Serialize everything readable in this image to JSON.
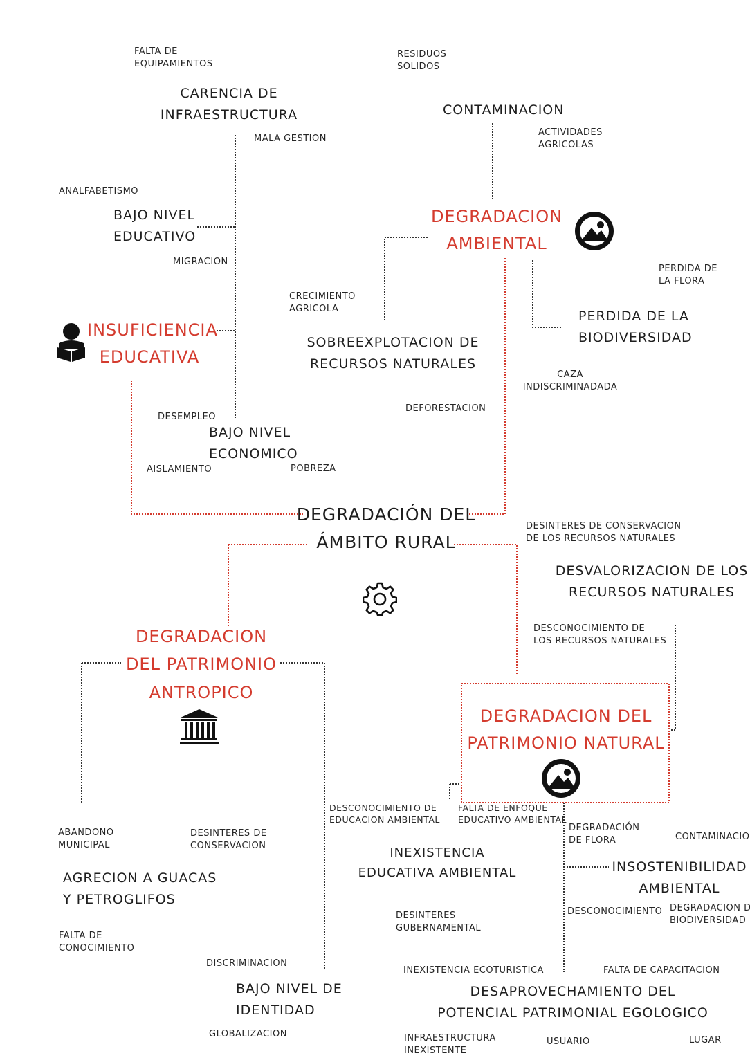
{
  "center": {
    "title": "DEGRADACIÓN DEL\nÁMBITO RURAL"
  },
  "infraestructura": {
    "falta_equipamientos": "FALTA DE\nEQUIPAMIENTOS",
    "title": "CARENCIA DE\nINFRAESTRUCTURA",
    "mala_gestion": "MALA GESTION"
  },
  "contaminacion_top": {
    "residuos": "RESIDUOS\nSOLIDOS",
    "title": "CONTAMINACION",
    "actividades": "ACTIVIDADES\nAGRICOLAS"
  },
  "educacion": {
    "analfabetismo": "ANALFABETISMO",
    "bajo_nivel_educativo": "BAJO NIVEL\nEDUCATIVO",
    "migracion": "MIGRACION",
    "insuficiencia": "INSUFICIENCIA\nEDUCATIVA",
    "desempleo": "DESEMPLEO",
    "bajo_nivel_economico": "BAJO NIVEL\nECONOMICO",
    "aislamiento": "AISLAMIENTO",
    "pobreza": "POBREZA"
  },
  "ambiental": {
    "title": "DEGRADACION\nAMBIENTAL",
    "perdida_flora": "PERDIDA DE\nLA FLORA",
    "perdida_biodiversidad": "PERDIDA DE LA\nBIODIVERSIDAD",
    "crecimiento_agricola": "CRECIMIENTO\nAGRICOLA",
    "sobreexplotacion": "SOBREEXPLOTACION DE\nRECURSOS NATURALES",
    "caza": "CAZA\nINDISCRIMINADADA",
    "deforestacion": "DEFORESTACION"
  },
  "natural": {
    "desinteres_conservacion": "DESINTERES DE CONSERVACION\nDE LOS RECURSOS NATURALES",
    "desvalorizacion": "DESVALORIZACION DE LOS\nRECURSOS NATURALES",
    "desconocimiento_recursos": "DESCONOCIMIENTO DE\nLOS RECURSOS NATURALES",
    "title": "DEGRADACION DEL\nPATRIMONIO NATURAL",
    "desconocimiento_educacion": "DESCONOCIMIENTO DE\nEDUCACION AMBIENTAL",
    "falta_enfoque": "FALTA DE ENFOQUE\nEDUCATIVO AMBIENTAL",
    "degradacion_flora": "DEGRADACIÓN\nDE FLORA",
    "contaminacion": "CONTAMINACION",
    "inexistencia_educativa": "INEXISTENCIA\nEDUCATIVA AMBIENTAL",
    "insostenibilidad": "INSOSTENIBILIDAD\nAMBIENTAL",
    "desinteres_gubernamental": "DESINTERES\nGUBERNAMENTAL",
    "desconocimiento": "DESCONOCIMIENTO",
    "degradacion_biodiversidad": "DEGRADACION DE\nBIODIVERSIDAD",
    "inexistencia_ecoturistica": "INEXISTENCIA ECOTURISTICA",
    "falta_capacitacion": "FALTA DE CAPACITACION",
    "desaprovechamiento": "DESAPROVECHAMIENTO DEL\nPOTENCIAL PATRIMONIAL EGOLOGICO",
    "infraestructura_inexistente": "INFRAESTRUCTURA\nINEXISTENTE",
    "usuario": "USUARIO",
    "lugar": "LUGAR"
  },
  "antropico": {
    "title": "DEGRADACION\nDEL PATRIMONIO\nANTROPICO",
    "abandono": "ABANDONO\nMUNICIPAL",
    "desinteres_conservacion": "DESINTERES DE\nCONSERVACION",
    "agrecion": "AGRECION A GUACAS\nY PETROGLIFOS",
    "falta_conocimiento": "FALTA DE\nCONOCIMIENTO",
    "discriminacion": "DISCRIMINACION",
    "bajo_nivel_identidad": "BAJO NIVEL DE\nIDENTIDAD",
    "globalizacion": "GLOBALIZACION"
  },
  "colors": {
    "accent": "#d43b2e",
    "text": "#1e1e1e",
    "line": "#333333"
  },
  "icons": [
    "mountain-icon",
    "reader-icon",
    "gear-icon",
    "museum-icon"
  ]
}
